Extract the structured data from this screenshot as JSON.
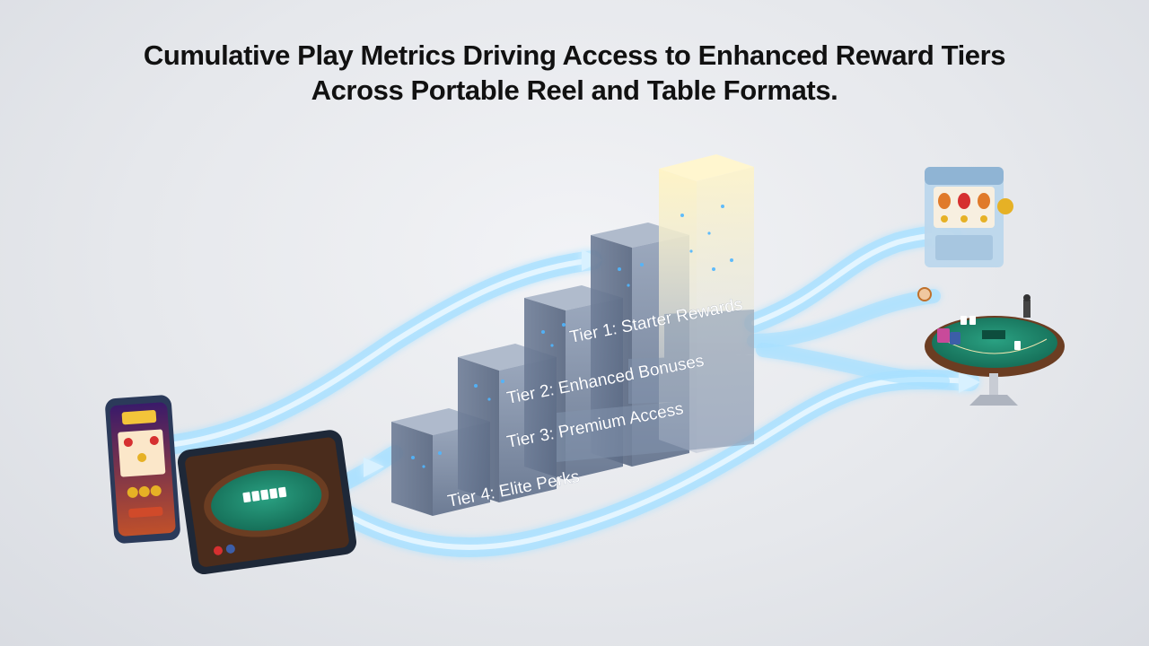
{
  "title": {
    "line1": "Cumulative Play Metrics Driving Access to Enhanced Reward Tiers",
    "line2": "Across Portable Reel and Table Formats."
  },
  "tiers": [
    {
      "label": "Tier 1: Starter Rewards"
    },
    {
      "label": "Tier 2: Enhanced Bonuses"
    },
    {
      "label": "Tier 3: Premium Access"
    },
    {
      "label": "Tier 4: Elite Perks"
    }
  ],
  "sources": [
    "smartphone-slot-app",
    "tablet-poker-app"
  ],
  "destinations": [
    "slot-machine",
    "blackjack-table"
  ],
  "colors": {
    "flow": "#9fdcff",
    "flow_glow": "#d8f1ff",
    "block": "#7e8fa8",
    "glow_top": "#fff2b8",
    "felt": "#1f8a6f"
  }
}
